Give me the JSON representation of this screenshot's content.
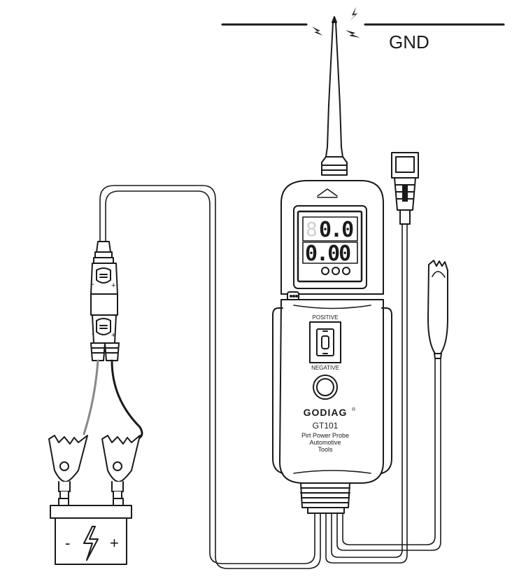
{
  "diagram": {
    "gnd_label": "GND",
    "display": {
      "top_reading": "0.0",
      "top_dim_digit": "8",
      "bottom_reading": "0.00"
    },
    "switch": {
      "positive_label": "POSITIVE",
      "negative_label": "NEGATIVE"
    },
    "brand": {
      "name": "GODIAG",
      "registered": "®",
      "model": "GT101",
      "desc_line1": "Pirt Power Probe",
      "desc_line2": "Automotive",
      "desc_line3": "Tools"
    },
    "battery": {
      "minus": "-",
      "plus": "+"
    },
    "plug_markings": {
      "minus": "-",
      "plus": "+"
    },
    "colors": {
      "line": "#1a1a1a",
      "display_bg": "#ffffff"
    }
  }
}
